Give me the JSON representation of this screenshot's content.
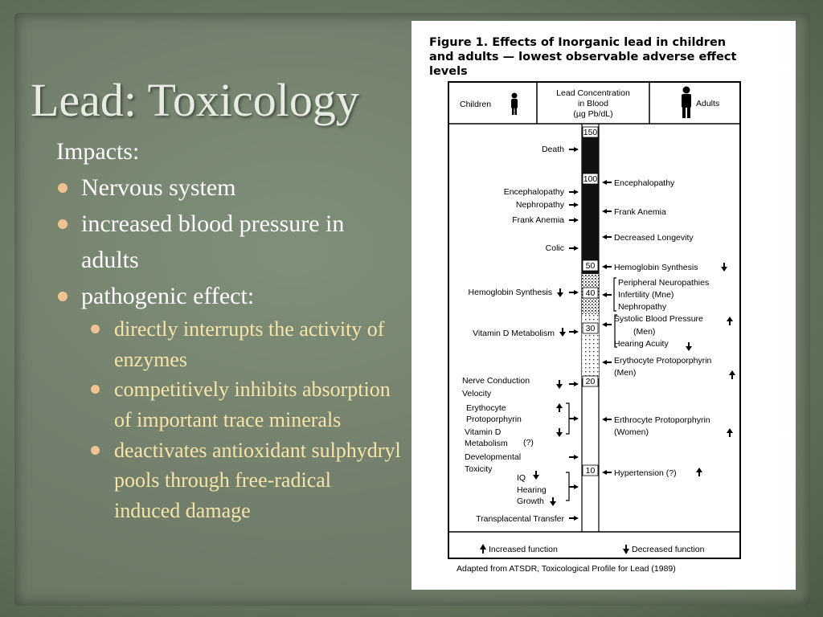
{
  "slide": {
    "title": "Lead: Toxicology",
    "impacts_label": "Impacts:",
    "bullets": [
      "Nervous system",
      "increased blood pressure in adults",
      "pathogenic effect:"
    ],
    "sub_bullets": [
      "directly interrupts the activity of enzymes",
      "competitively inhibits absorption of important trace minerals",
      "deactivates antioxidant sulphydryl pools through free-radical induced damage"
    ]
  },
  "figure": {
    "title_lines": [
      "Figure 1. Effects of Inorganic lead in children",
      "and adults — lowest observable adverse effect",
      "levels"
    ],
    "header": {
      "children": "Children",
      "center_lines": [
        "Lead Concentration",
        "in Blood",
        "(µg Pb/dL)"
      ],
      "adults": "Adults"
    },
    "ticks": [
      "150",
      "100",
      "50",
      "40",
      "30",
      "20",
      "10"
    ],
    "children_effects": [
      {
        "lines": [
          "Death"
        ]
      },
      {
        "lines": [
          "Encephalopathy"
        ]
      },
      {
        "lines": [
          "Nephropathy"
        ]
      },
      {
        "lines": [
          "Frank Anemia"
        ]
      },
      {
        "lines": [
          "Colic"
        ]
      },
      {
        "lines": [
          "Hemoglobin Synthesis"
        ]
      },
      {
        "lines": [
          "Vitamin D Metabolism"
        ]
      },
      {
        "lines": [
          "Nerve Conduction",
          "Velocity"
        ]
      },
      {
        "lines": [
          "Erythocyte",
          "Protoporphyrin"
        ]
      },
      {
        "lines": [
          "Vitamin D",
          "Metabolism"
        ]
      },
      {
        "lines": [
          "(?)"
        ]
      },
      {
        "lines": [
          "Developmental",
          "Toxicity"
        ]
      },
      {
        "lines": [
          "IQ"
        ]
      },
      {
        "lines": [
          "Hearing"
        ]
      },
      {
        "lines": [
          "Growth"
        ]
      },
      {
        "lines": [
          "Transplacental Transfer"
        ]
      }
    ],
    "adult_effects": [
      {
        "lines": [
          "Encephalopathy"
        ]
      },
      {
        "lines": [
          "Frank Anemia"
        ]
      },
      {
        "lines": [
          "Decreased Longevity"
        ]
      },
      {
        "lines": [
          "Hemoglobin Synthesis"
        ]
      },
      {
        "lines": [
          "Peripheral Neuropathies",
          "Infertility (Mne)",
          "Nephropathy"
        ]
      },
      {
        "lines": [
          "Systolic Blood Pressure",
          "(Men)"
        ]
      },
      {
        "lines": [
          "Hearing Acuity"
        ]
      },
      {
        "lines": [
          "Erythocyte Protoporphyrin",
          "(Men)"
        ]
      },
      {
        "lines": [
          "Erthrocyte Protoporphyrin",
          "(Women)"
        ]
      },
      {
        "lines": [
          "Hypertension (?)"
        ]
      }
    ],
    "legend": {
      "increased": "Increased function",
      "decreased": "Decreased function"
    },
    "caption": "Adapted from ATSDR, Toxicological Profile for Lead (1989)"
  }
}
